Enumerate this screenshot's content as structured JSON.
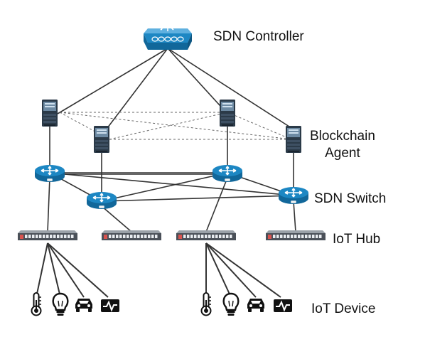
{
  "labels": {
    "controller": "SDN Controller",
    "agent_line1": "Blockchain",
    "agent_line2": "Agent",
    "switch": "SDN Switch",
    "hub": "IoT Hub",
    "device": "IoT Device"
  },
  "colors": {
    "line": "#333333",
    "controller_blue": "#1d87c3",
    "server_dark": "#2b3a48",
    "router_blue": "#1d87c3",
    "hub_gray": "#4a5058"
  },
  "icons": {
    "controller": "sdn-controller-icon",
    "agent": "server-icon",
    "switch": "router-icon",
    "hub": "hub-icon",
    "devices": [
      "thermometer-icon",
      "lightbulb-icon",
      "car-icon",
      "pulse-monitor-icon"
    ]
  }
}
